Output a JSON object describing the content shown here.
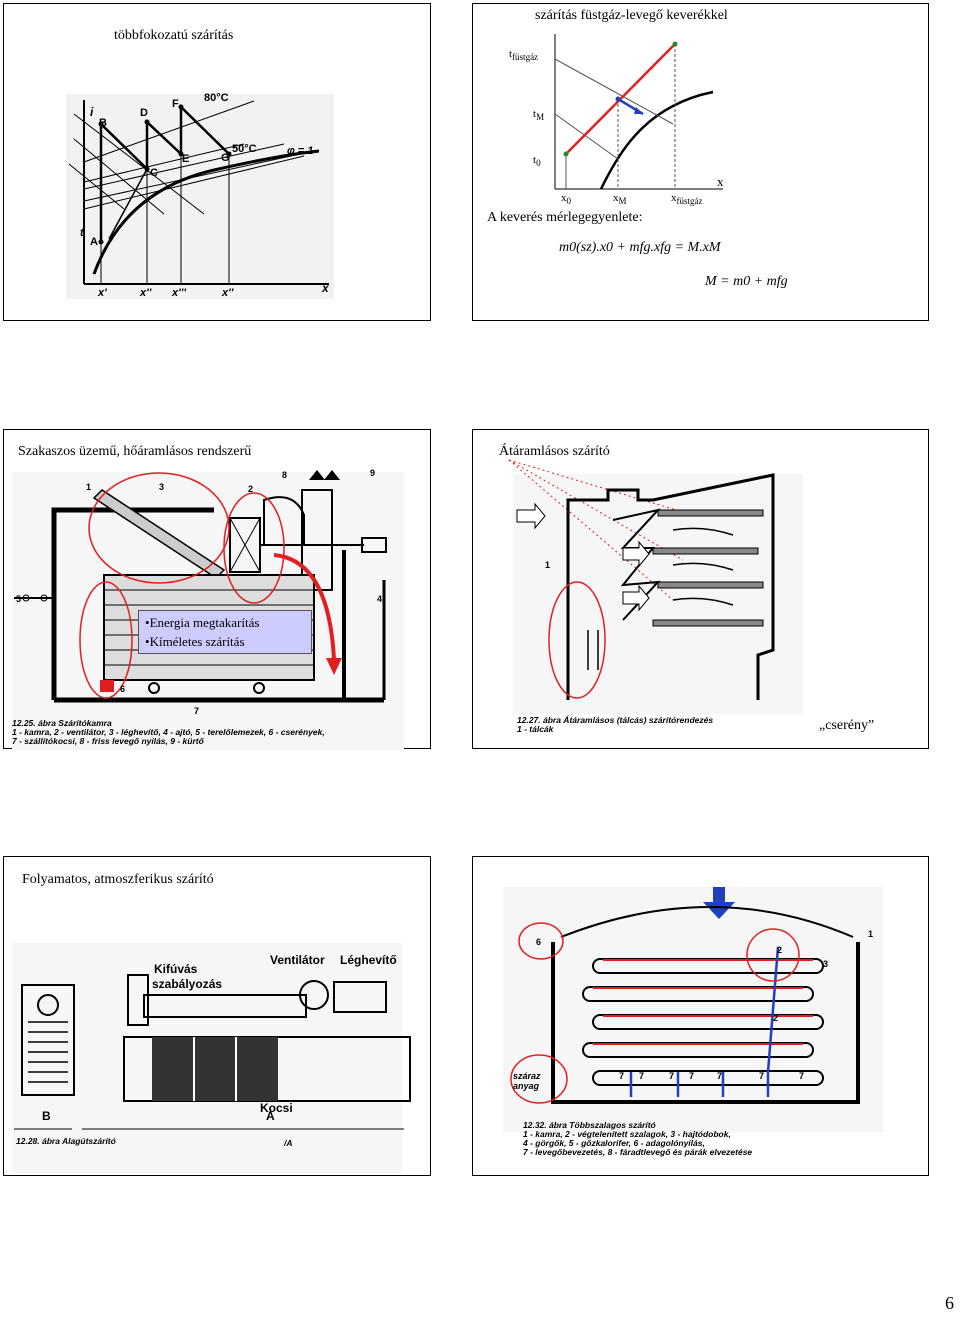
{
  "slides": {
    "s1": {
      "title": "többfokozatú szárítás",
      "labels": {
        "i": "i",
        "B": "B",
        "D": "D",
        "F": "F",
        "temp80": "80°C",
        "E": "E",
        "C": "C",
        "temp50": "50°C",
        "G": "G",
        "phi": "φ = 1",
        "t": "t",
        "A": "A",
        "x1": "x'",
        "x2": "x''",
        "x3": "x'''",
        "x4": "x''",
        "x": "x"
      }
    },
    "s2": {
      "title": "szárítás füstgáz-levegő keverékkel",
      "t_fustgaz": "t",
      "t_fustgaz_sub": "füstgáz",
      "t_M": "t",
      "t_M_sub": "M",
      "t_0": "t",
      "t_0_sub": "0",
      "x_0": "x",
      "x_0_sub": "0",
      "x_M": "x",
      "x_M_sub": "M",
      "x_fustgaz": "x",
      "x_fustgaz_sub": "füstgáz",
      "x_axis": "x",
      "balance_label": "A keverés mérlegegyenlete:",
      "formula1": "m0(sz).x0 + mfg.xfg = M.xM",
      "formula2": "M = m0 + mfg"
    },
    "s3": {
      "title": "Szakaszos üzemű, hőáramlásos rendszerű",
      "bullets": [
        "Energia megtakarítás",
        "Kíméletes szárítás"
      ],
      "numbers": [
        "1",
        "2",
        "3",
        "4",
        "5",
        "6",
        "7",
        "8",
        "9"
      ],
      "caption": [
        "12.25. ábra Szárítókamra",
        "1 - kamra, 2 - ventilátor, 3 - léghevítő, 4 - ajtó, 5 - terelőlemezek, 6 - cserények,",
        "7 - szállítókocsi, 8 - friss levegő nyílás, 9 - kürtő"
      ]
    },
    "s4": {
      "title": "Átáramlásos szárító",
      "numbers": [
        "1"
      ],
      "caption": [
        "12.27. ábra Átáramlásos (tálcás) szárítórendezés",
        "1 - tálcák"
      ],
      "note": "„cserény”"
    },
    "s5": {
      "title": "Folyamatos, atmoszferikus szárító",
      "labels": {
        "kifuvas": "Kifúvás",
        "szabalyozas": "szabályozás",
        "ventilator": "Ventilátor",
        "leghevito": "Léghevítő",
        "kocsi": "Kocsi",
        "B": "B",
        "A": "A"
      },
      "caption": "12.28. ábra Alagútszárító",
      "page_mark": "/A"
    },
    "s6": {
      "numbers": [
        "1",
        "2",
        "3",
        "6",
        "2",
        "7",
        "7",
        "7",
        "7",
        "7",
        "7",
        "7"
      ],
      "label_szaraz": "száraz",
      "label_anyag": "anyag",
      "caption": [
        "12.32. ábra Többszalagos szárító",
        "1 - kamra, 2 - végtelenített szalagok, 3 - hajtódobok,",
        "4 - görgők, 5 - gőzkalorifer, 6 - adagolónyílás,",
        "7 - levegőbevezetés, 8 - fáradtlevegő és párák elvezetése"
      ]
    }
  },
  "page_number": "6",
  "colors": {
    "red": "#e02020",
    "green": "#2a8a2a",
    "blue": "#2040c0",
    "callout": "#ccccff"
  }
}
